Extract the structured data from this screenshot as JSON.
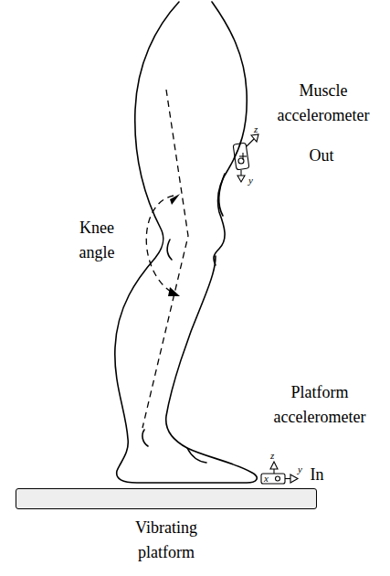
{
  "diagram": {
    "nodes": [
      {
        "text": [
          "Vibrating platform"
        ]
      }
    ],
    "labels": [
      "Muscle accelerometer",
      "Out",
      "z",
      "y",
      "Knee angle",
      "Platform accelerometer",
      "z",
      "In",
      "x",
      "y"
    ]
  }
}
